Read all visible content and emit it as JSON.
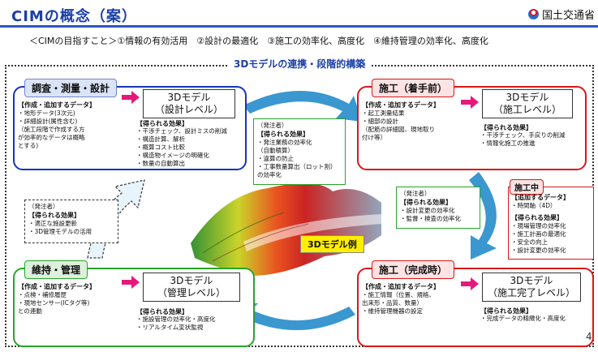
{
  "header": {
    "title": "CIMの概念（案）",
    "ministry": "国土交通省",
    "goals": "＜CIMの目指すこと＞①情報の有効活用　②設計の最適化　③施工の効率化、高度化　④維持管理の効率化、高度化"
  },
  "center_label": "3Dモデルの連携・段階的構築",
  "model_example": "3Dモデル例",
  "page_number": "4",
  "survey": {
    "tab": "調査・測量・設計",
    "data_label": "【作成・追加するデータ】",
    "data_items": [
      "・地形データ(3次元)",
      "・詳細設計(属性含む)",
      "（施工段階で作成する方",
      "が効率的なデータは概略",
      "とする)"
    ],
    "model_title": "3Dモデル",
    "model_level": "（設計レベル）",
    "effect_label": "【得られる効果】",
    "effect_items": [
      "・干渉チェック、設計ミスの削減",
      "・構造計算、解析",
      "・概算コスト比較",
      "・構造物イメージの明確化",
      "・数量の自動算出"
    ]
  },
  "construction_start": {
    "tab": "施工（着手前）",
    "data_label": "【作成・追加するデータ】",
    "data_items": [
      "・起工測量結果",
      "・細部の設計",
      "（配筋の詳細図、現地取り",
      "付け等）"
    ],
    "model_title": "3Dモデル",
    "model_level": "（施工レベル）",
    "effect_label": "【得られる効果】",
    "effect_items": [
      "・干渉チェック、手戻りの削減",
      "・情報化施工の推進"
    ]
  },
  "construction_mid": {
    "tab": "施工中",
    "data_label": "【追加するデータ】",
    "data_items": [
      "・時間軸（4D）"
    ],
    "effect_label": "【得られる効果】",
    "effect_items": [
      "・現場管理の効率化",
      "・施工計画の最適化",
      "・安全の向上",
      "・設計変更の効率化"
    ]
  },
  "construction_done": {
    "tab": "施工（完成時）",
    "data_label": "【作成・追加するデータ】",
    "data_items": [
      "・施工情報（位置、規格、",
      "出来形・品質、数量）",
      "・維持管理機器の設定"
    ],
    "model_title": "3Dモデル",
    "model_level": "（施工完了レベル）",
    "effect_label": "【得られる効果】",
    "effect_items": [
      "・完成データの精緻化・高度化"
    ]
  },
  "maintenance": {
    "tab": "維持・管理",
    "data_label": "【作成・追加するデータ】",
    "data_items": [
      "・点検・補修履歴",
      "・現地センサー(ICタグ等)",
      "との連動"
    ],
    "model_title": "3Dモデル",
    "model_level": "（管理レベル）",
    "effect_label": "【得られる効果】",
    "effect_items": [
      "・施設管理の効率化・高度化",
      "・リアルタイム変状監視"
    ]
  },
  "orderer_top": {
    "role": "（発注者）",
    "effect_label": "【得られる効果】",
    "effect_items": [
      "・発注業務の効率化",
      "（自動積算）",
      "・違算の防止",
      "・工事数量算出（ロット割）",
      "の効率化"
    ]
  },
  "orderer_mid": {
    "role": "（発注者）",
    "effect_label": "【得られる効果】",
    "effect_items": [
      "・設計変更の効率化",
      "・監督・検査の効率化"
    ]
  },
  "orderer_left": {
    "role": "（発注者）",
    "effect_label": "【得られる効果】",
    "effect_items": [
      "・適正な施設更新",
      "・3D管理モデルの活用"
    ]
  },
  "colors": {
    "blue": "#1435b8",
    "red": "#d91818",
    "green": "#27a527",
    "arrow": "#3a97cf",
    "title": "#1c3fa8"
  }
}
